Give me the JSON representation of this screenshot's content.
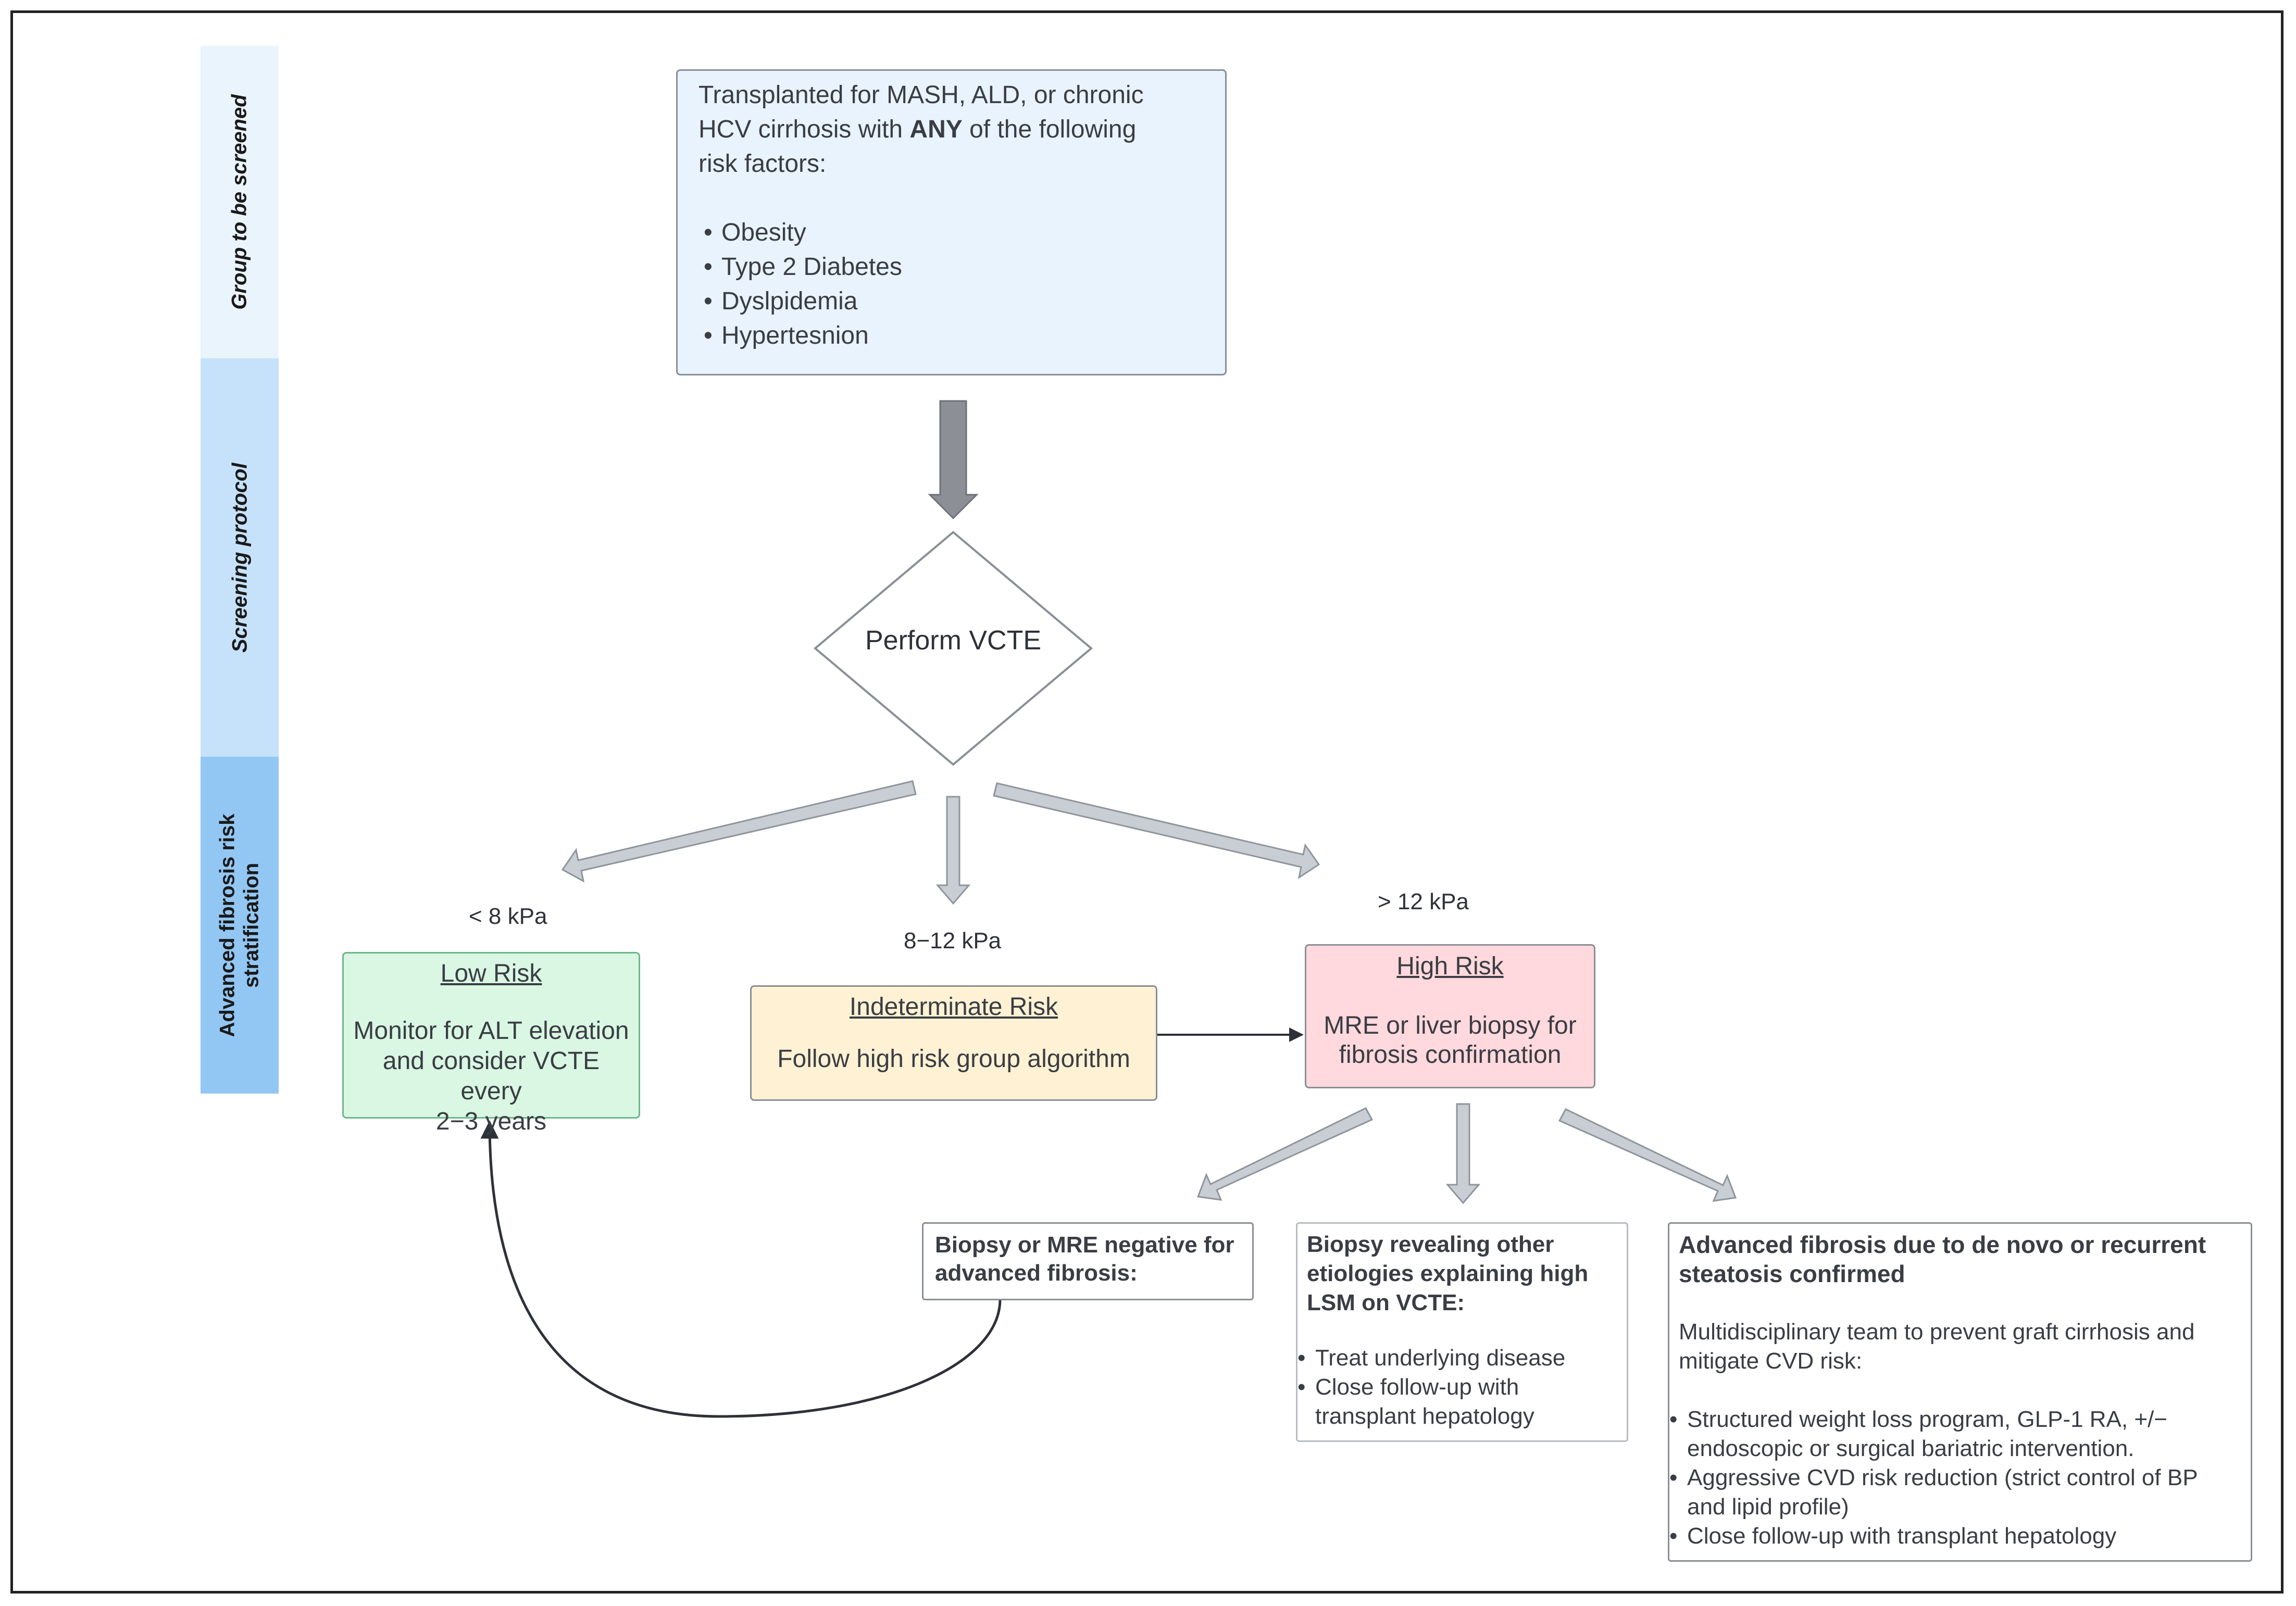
{
  "stages": {
    "group": "Group to be screened",
    "protocol": "Screening protocol",
    "stratification_line1": "Advanced fibrosis risk",
    "stratification_line2": "stratification"
  },
  "colors": {
    "stage_group": "#eaf4fd",
    "stage_protocol": "#c6e2fb",
    "stage_stratification": "#93c7f3",
    "start_fill": "#e8f3fd",
    "low_fill": "#d9f7e3",
    "low_border": "#6db88a",
    "indeterminate_fill": "#fff2d4",
    "high_fill": "#ffd9dd",
    "arrow_dark": "#8c9096",
    "arrow_light": "#c8ced4"
  },
  "start": {
    "line1": "Transplanted for MASH, ALD, or chronic",
    "line2_before": "HCV cirrhosis with ",
    "line2_bold": "ANY",
    "line2_after": " of the following",
    "line3": "risk factors:",
    "factors": [
      "Obesity",
      "Type 2 Diabetes",
      "Dyslpidemia",
      "Hypertesnion"
    ]
  },
  "decision": {
    "label": "Perform VCTE"
  },
  "thresholds": {
    "low": "< 8 kPa",
    "mid": "8−12 kPa",
    "high": "> 12 kPa"
  },
  "low": {
    "title": "Low Risk",
    "body_line1": "Monitor for ALT elevation",
    "body_line2": "and consider VCTE every",
    "body_line3": "2−3 years"
  },
  "indeterminate": {
    "title": "Indeterminate Risk",
    "body": "Follow high risk group algorithm"
  },
  "high": {
    "title": "High Risk",
    "body_line1": "MRE or liver biopsy for",
    "body_line2": "fibrosis confirmation"
  },
  "negative": {
    "line1": "Biopsy or MRE negative for",
    "line2": "advanced fibrosis:"
  },
  "other": {
    "line1": "Biopsy revealing other",
    "line2": "etiologies explaining high",
    "line3": "LSM on VCTE:",
    "items": [
      [
        "Treat underlying disease"
      ],
      [
        "Close follow-up with",
        "transplant hepatology"
      ]
    ]
  },
  "advanced": {
    "title_line1": "Advanced fibrosis due to de novo or recurrent",
    "title_line2": "steatosis confirmed",
    "body_line1": "Multidisciplinary team to prevent graft cirrhosis and",
    "body_line2": "mitigate CVD risk:",
    "items": [
      [
        "Structured weight loss program, GLP-1 RA, +/−",
        "endoscopic or surgical bariatric intervention."
      ],
      [
        "Aggressive CVD risk reduction (strict control of BP",
        "and lipid profile)"
      ],
      [
        "Close follow-up with transplant hepatology"
      ]
    ]
  }
}
